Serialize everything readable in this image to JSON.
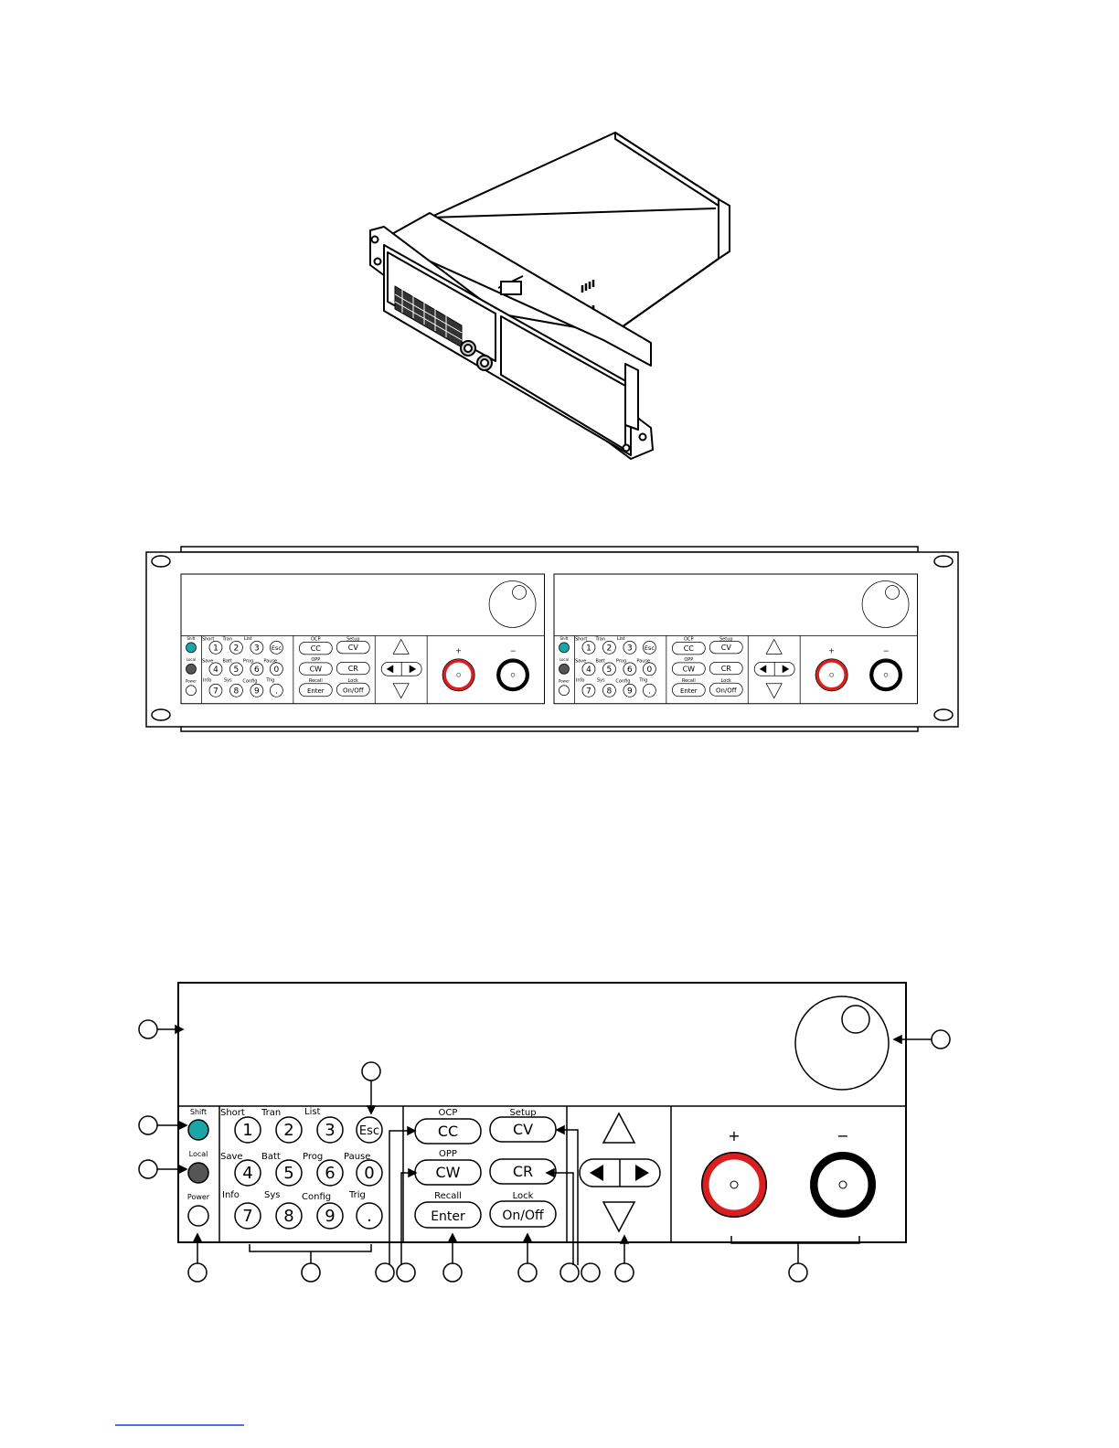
{
  "panel": {
    "key_labels": {
      "shift": "Shift",
      "local": "Local",
      "power": "Power",
      "short": "Short",
      "tran": "Tran",
      "list": "List",
      "save": "Save",
      "batt": "Batt",
      "prog": "Prog",
      "pause": "Pause",
      "info": "Info",
      "sys": "Sys",
      "config": "Config",
      "trig": "Trig",
      "ocp": "OCP",
      "setup": "Setup",
      "opp": "OPP",
      "recall": "Recall",
      "lock": "Lock"
    },
    "keys": {
      "k1": "1",
      "k2": "2",
      "k3": "3",
      "esc": "Esc",
      "k4": "4",
      "k5": "5",
      "k6": "6",
      "k0": "0",
      "k7": "7",
      "k8": "8",
      "k9": "9",
      "dot": ".",
      "cc": "CC",
      "cv": "CV",
      "cw": "CW",
      "cr": "CR",
      "enter": "Enter",
      "onoff": "On/Off"
    },
    "terminals": {
      "plus": "+",
      "minus": "−"
    }
  },
  "colors": {
    "shift_button": "#1aa6a6",
    "local_button": "#555555",
    "positive_terminal": "#d91f1f",
    "negative_terminal": "#000000",
    "link": "#1a3fd9"
  },
  "icons": [
    "up-arrow-icon",
    "down-arrow-icon",
    "left-arrow-icon",
    "right-arrow-icon",
    "rotary-knob-icon"
  ]
}
